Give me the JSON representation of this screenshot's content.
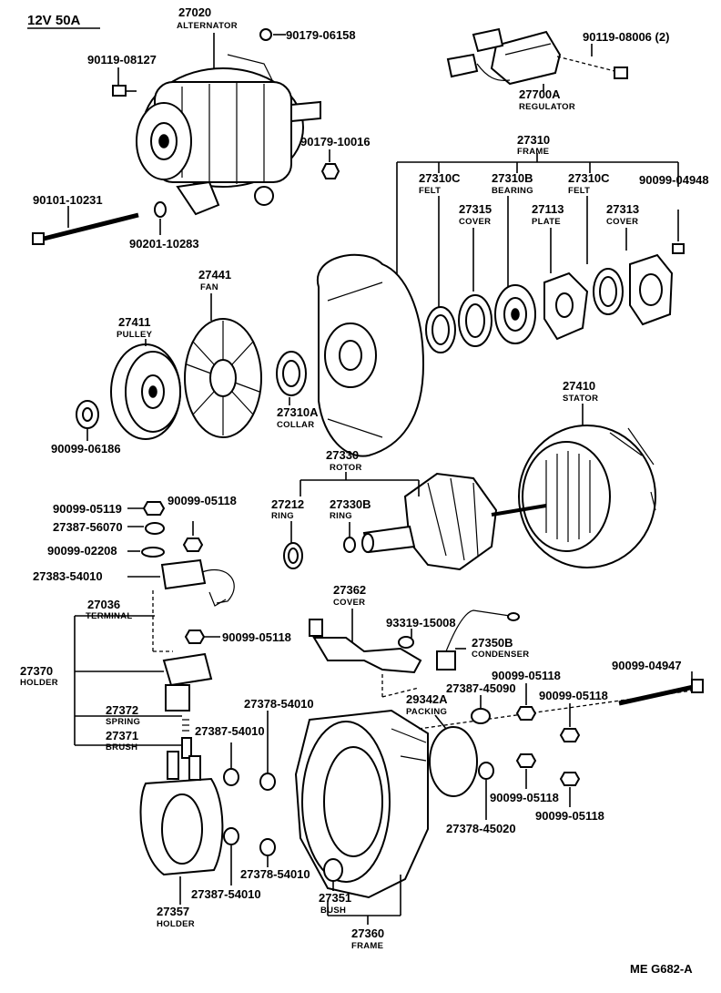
{
  "header": {
    "spec": "12V 50A"
  },
  "footer": {
    "code": "ME G682-A"
  },
  "parts": {
    "p27020": {
      "num": "27020",
      "name": "ALTERNATOR"
    },
    "p90179_06158": {
      "num": "90179-06158"
    },
    "p90119_08127": {
      "num": "90119-08127"
    },
    "p90119_08006": {
      "num": "90119-08006 (2)"
    },
    "p27700A": {
      "num": "27700A",
      "name": "REGULATOR"
    },
    "p90179_10016": {
      "num": "90179-10016"
    },
    "p27310": {
      "num": "27310",
      "name": "FRAME"
    },
    "p27310C_1": {
      "num": "27310C",
      "name": "FELT"
    },
    "p27310B": {
      "num": "27310B",
      "name": "BEARING"
    },
    "p27310C_2": {
      "num": "27310C",
      "name": "FELT"
    },
    "p90099_04948": {
      "num": "90099-04948"
    },
    "p27315": {
      "num": "27315",
      "name": "COVER"
    },
    "p27113": {
      "num": "27113",
      "name": "PLATE"
    },
    "p27313": {
      "num": "27313",
      "name": "COVER"
    },
    "p90101_10231": {
      "num": "90101-10231"
    },
    "p90201_10283": {
      "num": "90201-10283"
    },
    "p27441": {
      "num": "27441",
      "name": "FAN"
    },
    "p27411": {
      "num": "27411",
      "name": "PULLEY"
    },
    "p27310A": {
      "num": "27310A",
      "name": "COLLAR"
    },
    "p90099_06186": {
      "num": "90099-06186"
    },
    "p27410": {
      "num": "27410",
      "name": "STATOR"
    },
    "p27330": {
      "num": "27330",
      "name": "ROTOR"
    },
    "p27212": {
      "num": "27212",
      "name": "RING"
    },
    "p27330B": {
      "num": "27330B",
      "name": "RING"
    },
    "p90099_05119": {
      "num": "90099-05119"
    },
    "p90099_05118_a": {
      "num": "90099-05118"
    },
    "p27387_56070": {
      "num": "27387-56070"
    },
    "p90099_02208": {
      "num": "90099-02208"
    },
    "p27383_54010": {
      "num": "27383-54010"
    },
    "p27036": {
      "num": "27036",
      "name": "TERMINAL"
    },
    "p27362": {
      "num": "27362",
      "name": "COVER"
    },
    "p93319_15008": {
      "num": "93319-15008"
    },
    "p27350B": {
      "num": "27350B",
      "name": "CONDENSER"
    },
    "p90099_05118_b": {
      "num": "90099-05118"
    },
    "p27370": {
      "num": "27370",
      "name": "HOLDER"
    },
    "p90099_04947": {
      "num": "90099-04947"
    },
    "p27387_45090": {
      "num": "27387-45090"
    },
    "p90099_05118_c": {
      "num": "90099-05118"
    },
    "p29342A": {
      "num": "29342A",
      "name": "PACKING"
    },
    "p90099_05118_d": {
      "num": "90099-05118"
    },
    "p27372": {
      "num": "27372",
      "name": "SPRING"
    },
    "p27378_54010_a": {
      "num": "27378-54010"
    },
    "p27387_54010_a": {
      "num": "27387-54010"
    },
    "p27371": {
      "num": "27371",
      "name": "BRUSH"
    },
    "p90099_05118_e": {
      "num": "90099-05118"
    },
    "p90099_05118_f": {
      "num": "90099-05118"
    },
    "p27378_45020": {
      "num": "27378-45020"
    },
    "p27378_54010_b": {
      "num": "27378-54010"
    },
    "p27387_54010_b": {
      "num": "27387-54010"
    },
    "p27351": {
      "num": "27351",
      "name": "BUSH"
    },
    "p27357": {
      "num": "27357",
      "name": "HOLDER"
    },
    "p27360": {
      "num": "27360",
      "name": "FRAME"
    }
  }
}
